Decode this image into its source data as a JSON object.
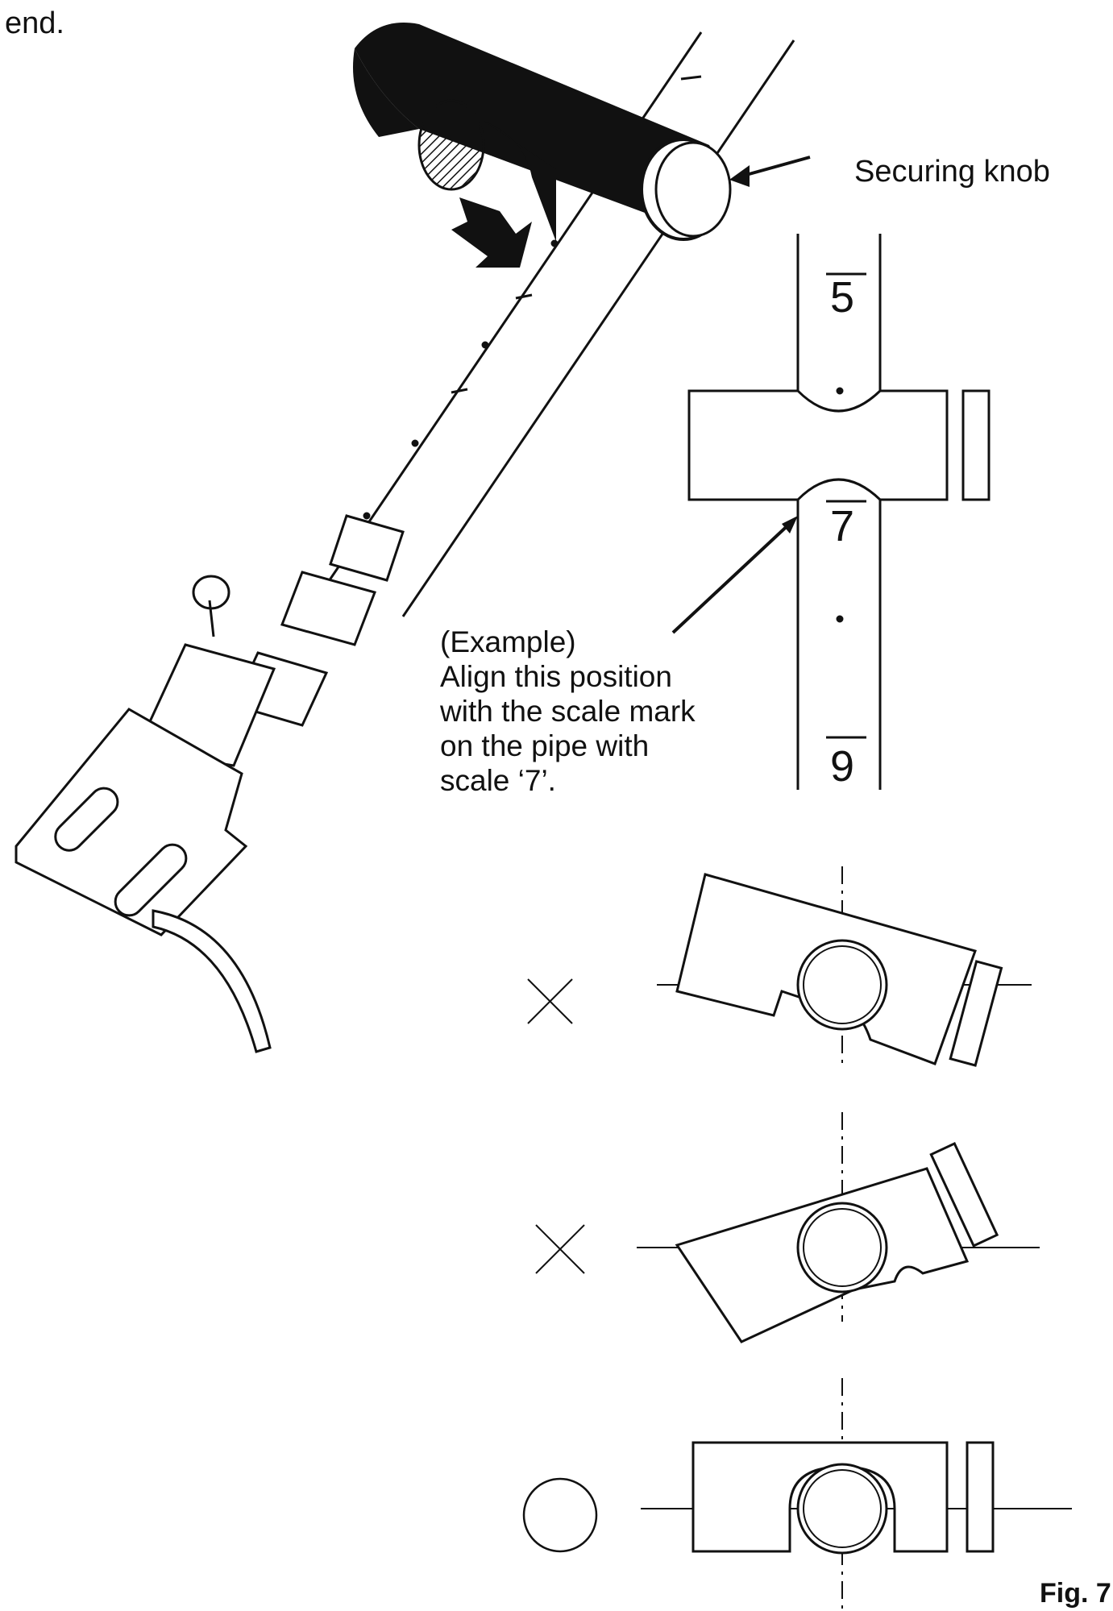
{
  "top_text": "end.",
  "labels": {
    "securing_knob": "Securing knob",
    "example_lines": [
      "(Example)",
      "Align this position",
      "with the scale mark",
      "on the pipe with",
      "scale ‘7’."
    ],
    "figure": "Fig. 7"
  },
  "scale_numbers": [
    "5",
    "7",
    "9"
  ],
  "markers": {
    "incorrect_1": "cross",
    "incorrect_2": "cross",
    "correct": "circle"
  },
  "colors": {
    "ink": "#111111",
    "paper": "#ffffff"
  }
}
